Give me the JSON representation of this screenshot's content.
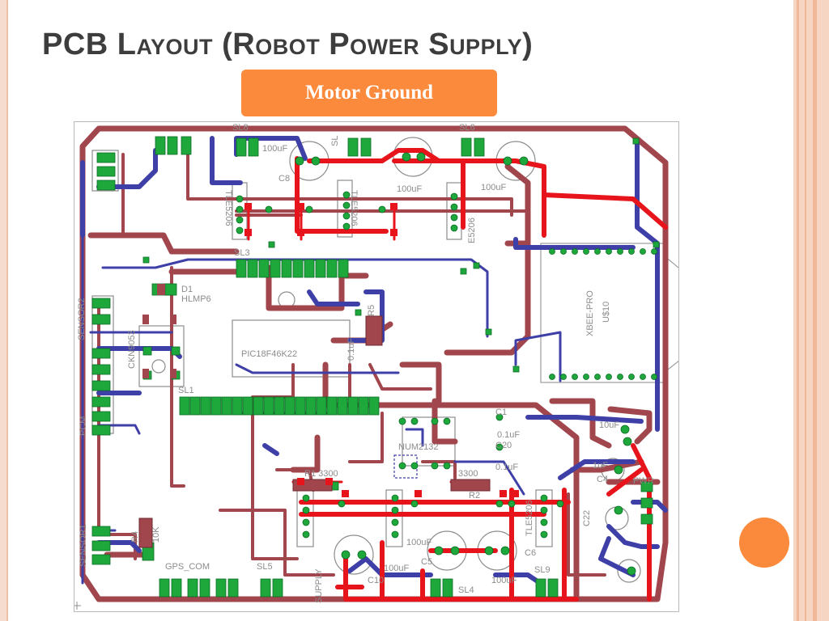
{
  "slide": {
    "title_prefix": "PCB ",
    "title_l1": "L",
    "title_r1": "ayout",
    "title_mid": " (",
    "title_l2": "R",
    "title_r2": "obot ",
    "title_l3": "P",
    "title_r3": "ower ",
    "title_l4": "S",
    "title_r4": "upply",
    "title_end": ")",
    "label": "Motor Ground"
  },
  "colors": {
    "accent": "#fb8a3c",
    "trace_top": "#e8141c",
    "trace_bottom": "#3f3fa8",
    "trace_brown": "#a0464c",
    "pad": "#1ea83c",
    "silk": "#8c8c8c"
  },
  "pcb_labels": {
    "sl8": "SL8",
    "c100uf_a": "100uF",
    "c8": "C8",
    "sl_a": "SL",
    "c100uf_b": "100uF",
    "sl6": "SL6",
    "c100uf_c": "100uF",
    "tle_a": "TLE5206",
    "tle_b": "TLE5206",
    "tle_c": "E5206",
    "sl3": "SL3",
    "d1": "D1",
    "hlmp": "HLMP6",
    "sensor2": "SENSOR2",
    "ckn": "CKN9053",
    "pic": "PIC18F46K22",
    "c1uf": "0.1uF",
    "r5": "R5",
    "xbee": "XBEE-PRO",
    "u10": "U$10",
    "sl1": "SL1",
    "pcm": "PCM",
    "c1": "C1",
    "c01uf": "0.1uF",
    "num": "NUM2132",
    "c20": "C20",
    "c01uf_b": "0.1uF",
    "c10uf": "10uF",
    "c1uf_b": "1uF",
    "c4": "C4",
    "pwr": "PWR",
    "r1": "R1 3300",
    "r3300": "3300",
    "r2": "R2",
    "r4": "R4",
    "k10": "10K",
    "sensor1": "SENSOR1",
    "gps": "GPS_COM",
    "sl5": "SL5",
    "supply": "SUPPLY",
    "c100uf_d": "100uF",
    "c5": "C5",
    "c10": "C10",
    "c100uf_e": "100uF",
    "sl4": "SL4",
    "c100uf_f": "100uF",
    "c6": "C6",
    "sl9": "SL9",
    "c22": "C22",
    "tle_d": "TLE5206"
  }
}
